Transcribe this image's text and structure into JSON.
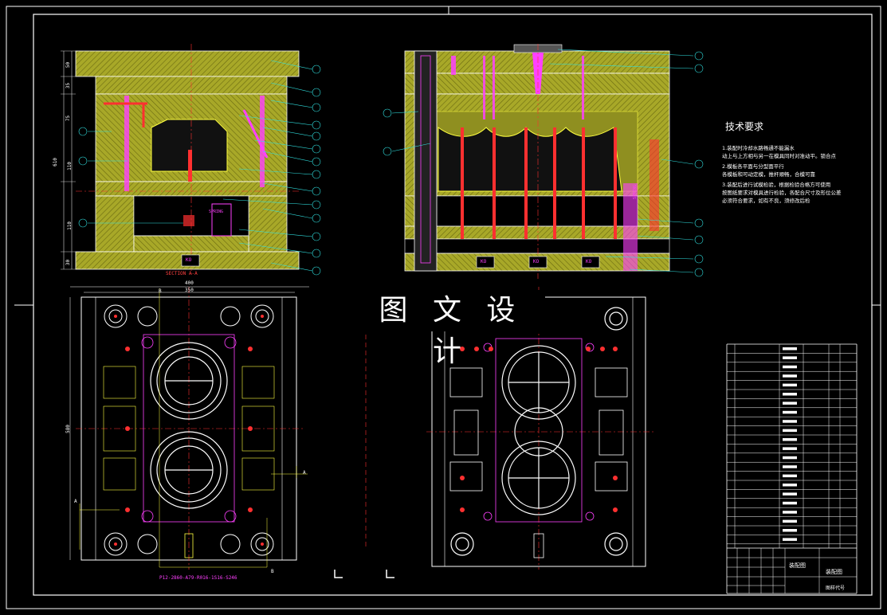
{
  "watermark": "图 文 设 计",
  "views": {
    "section_label": "SECTION A-A",
    "bottom_label": "P12-2860-A79-R016-1S16-S246",
    "dim_400": "400",
    "dim_350": "350",
    "dim_580": "580",
    "dim_610": "610",
    "dim_110": "110",
    "dim_75": "75",
    "dim_50": "50",
    "dim_35": "35",
    "dim_30": "30",
    "mark_b": "B",
    "mark_a": "A",
    "ko_label": "KO",
    "spring_label": "SPRING"
  },
  "tech": {
    "title": "技术要求",
    "notes": [
      "1.装配时冷却水路畅通不能漏水",
      "动上与上方相与另一在模具同时对准动平。锁合点",
      "2.模板各平面与分型面平行",
      "各模板和可动定模，推杆顺畅，合模可靠",
      "3.装配后进行试模检验，根据检验合格方可使用",
      "按图纸要求对模具进行检验，各配合尺寸及形位公差",
      "必须符合要求，如有不良，须修改后检"
    ]
  },
  "title_block": {
    "drawing_name_1": "装配图",
    "drawing_name_2": "装配图",
    "code_label": "图样代号"
  },
  "colors": {
    "plate_fill": "#b5b52a",
    "line_white": "#ffffff",
    "line_red": "#ff2020",
    "line_magenta": "#ff40ff",
    "line_cyan": "#30e0e0",
    "line_yellow": "#ffff40",
    "line_green": "#40ff40"
  }
}
